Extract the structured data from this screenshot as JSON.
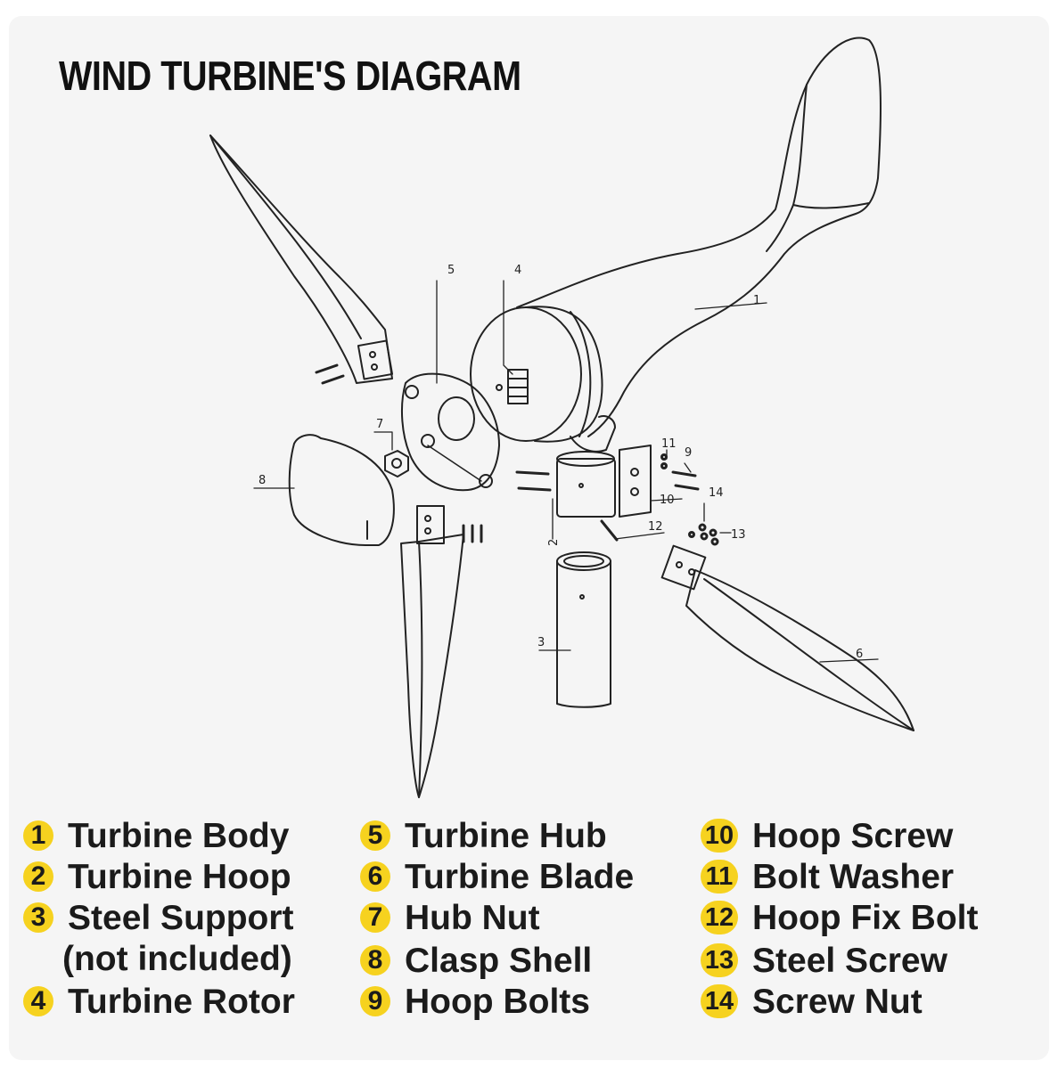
{
  "title": "WIND TURBINE'S DIAGRAM",
  "callouts": [
    "1",
    "2",
    "3",
    "4",
    "5",
    "6",
    "7",
    "8",
    "9",
    "10",
    "11",
    "12",
    "13",
    "14"
  ],
  "legend": [
    {
      "num": "1",
      "label": "Turbine Body"
    },
    {
      "num": "2",
      "label": "Turbine Hoop"
    },
    {
      "num": "3",
      "label": "Steel Support",
      "sub": "(not included)"
    },
    {
      "num": "4",
      "label": "Turbine Rotor"
    },
    {
      "num": "5",
      "label": "Turbine Hub"
    },
    {
      "num": "6",
      "label": "Turbine Blade"
    },
    {
      "num": "7",
      "label": "Hub Nut"
    },
    {
      "num": "8",
      "label": "Clasp Shell"
    },
    {
      "num": "9",
      "label": "Hoop Bolts"
    },
    {
      "num": "10",
      "label": "Hoop Screw"
    },
    {
      "num": "11",
      "label": "Bolt Washer"
    },
    {
      "num": "12",
      "label": "Hoop Fix Bolt"
    },
    {
      "num": "13",
      "label": "Steel Screw"
    },
    {
      "num": "14",
      "label": "Screw Nut"
    }
  ],
  "colors": {
    "badge": "#f6d21f",
    "panel": "#f5f5f5",
    "ink": "#1b1b1b"
  }
}
